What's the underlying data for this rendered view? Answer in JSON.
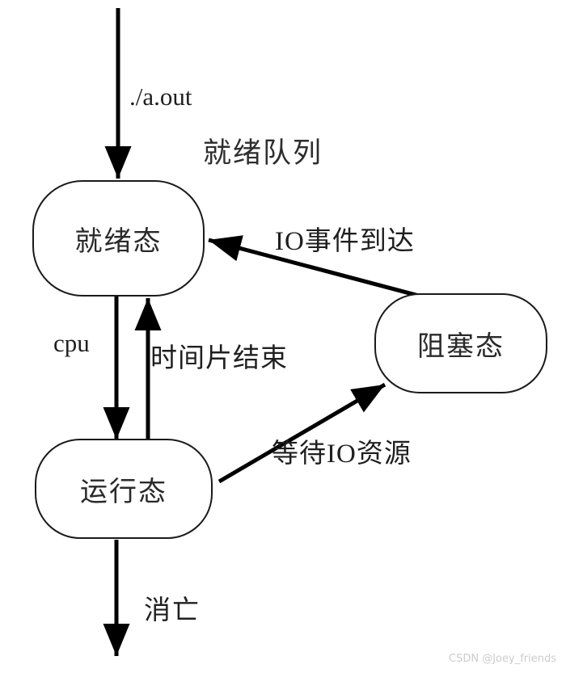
{
  "diagram": {
    "title_hint": "process-state-transition-diagram",
    "background_color": "#ffffff",
    "line_color": "#000000"
  },
  "nodes": {
    "ready": {
      "label": "就绪态"
    },
    "running": {
      "label": "运行态"
    },
    "blocked": {
      "label": "阻塞态"
    }
  },
  "annotations": {
    "ready_queue": "就绪队列"
  },
  "edges": {
    "create": {
      "from": "start",
      "to": "ready",
      "label": "./a.out"
    },
    "dispatch": {
      "from": "ready",
      "to": "running",
      "label": "cpu"
    },
    "timeslice": {
      "from": "running",
      "to": "ready",
      "label": "时间片结束"
    },
    "io_arrive": {
      "from": "blocked",
      "to": "ready",
      "label": "IO事件到达"
    },
    "wait_io": {
      "from": "running",
      "to": "blocked",
      "label": "等待IO资源"
    },
    "exit": {
      "from": "running",
      "to": "end",
      "label": "消亡"
    }
  },
  "watermark": {
    "text": "CSDN @Joey_friends",
    "color": "#cccccc"
  }
}
